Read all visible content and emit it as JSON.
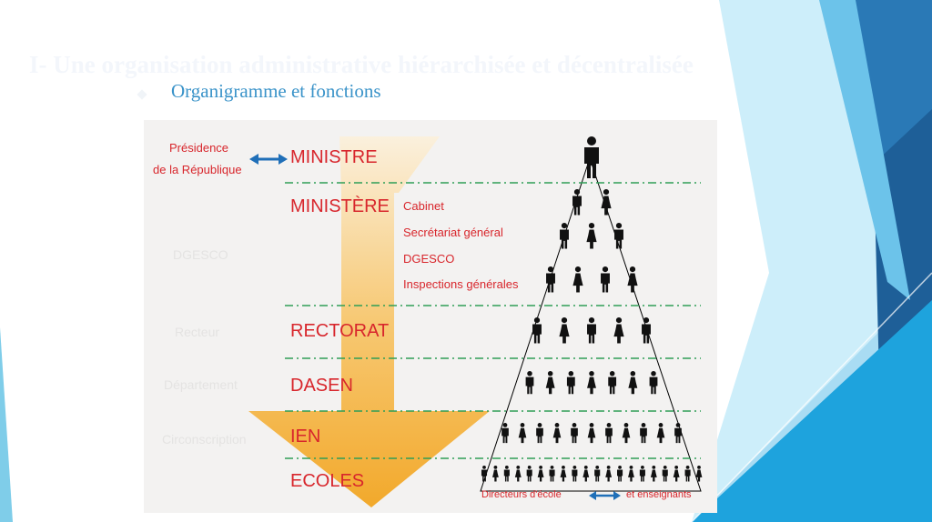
{
  "slide": {
    "title": "I- Une organisation administrative hiérarchisée et décentralisée",
    "subtitle": "Organigramme et fonctions"
  },
  "diagram": {
    "presidence_line1": "Présidence",
    "presidence_line2": "de la République",
    "levels": [
      "MINISTRE",
      "MINISTÈRE",
      "RECTORAT",
      "DASEN",
      "IEN",
      "ECOLES"
    ],
    "ministry_services": [
      "Cabinet",
      "Secrétariat général",
      "DGESCO",
      "Inspections générales"
    ],
    "footer_left": "Directeurs d'école",
    "footer_right": "et enseignants",
    "ghost_labels": [
      "DGESCO",
      "Recteur",
      "Département",
      "Circonscription"
    ],
    "people_per_row": [
      1,
      2,
      3,
      4,
      5,
      7,
      11,
      20
    ],
    "colors": {
      "label_red": "#d8262c",
      "divider_green": "#2f9e57",
      "arrow_blue": "#1f6fb8",
      "arrow_orange": "#f2a521",
      "figure_black": "#111111",
      "slide_blue": "#3a93c9"
    }
  }
}
